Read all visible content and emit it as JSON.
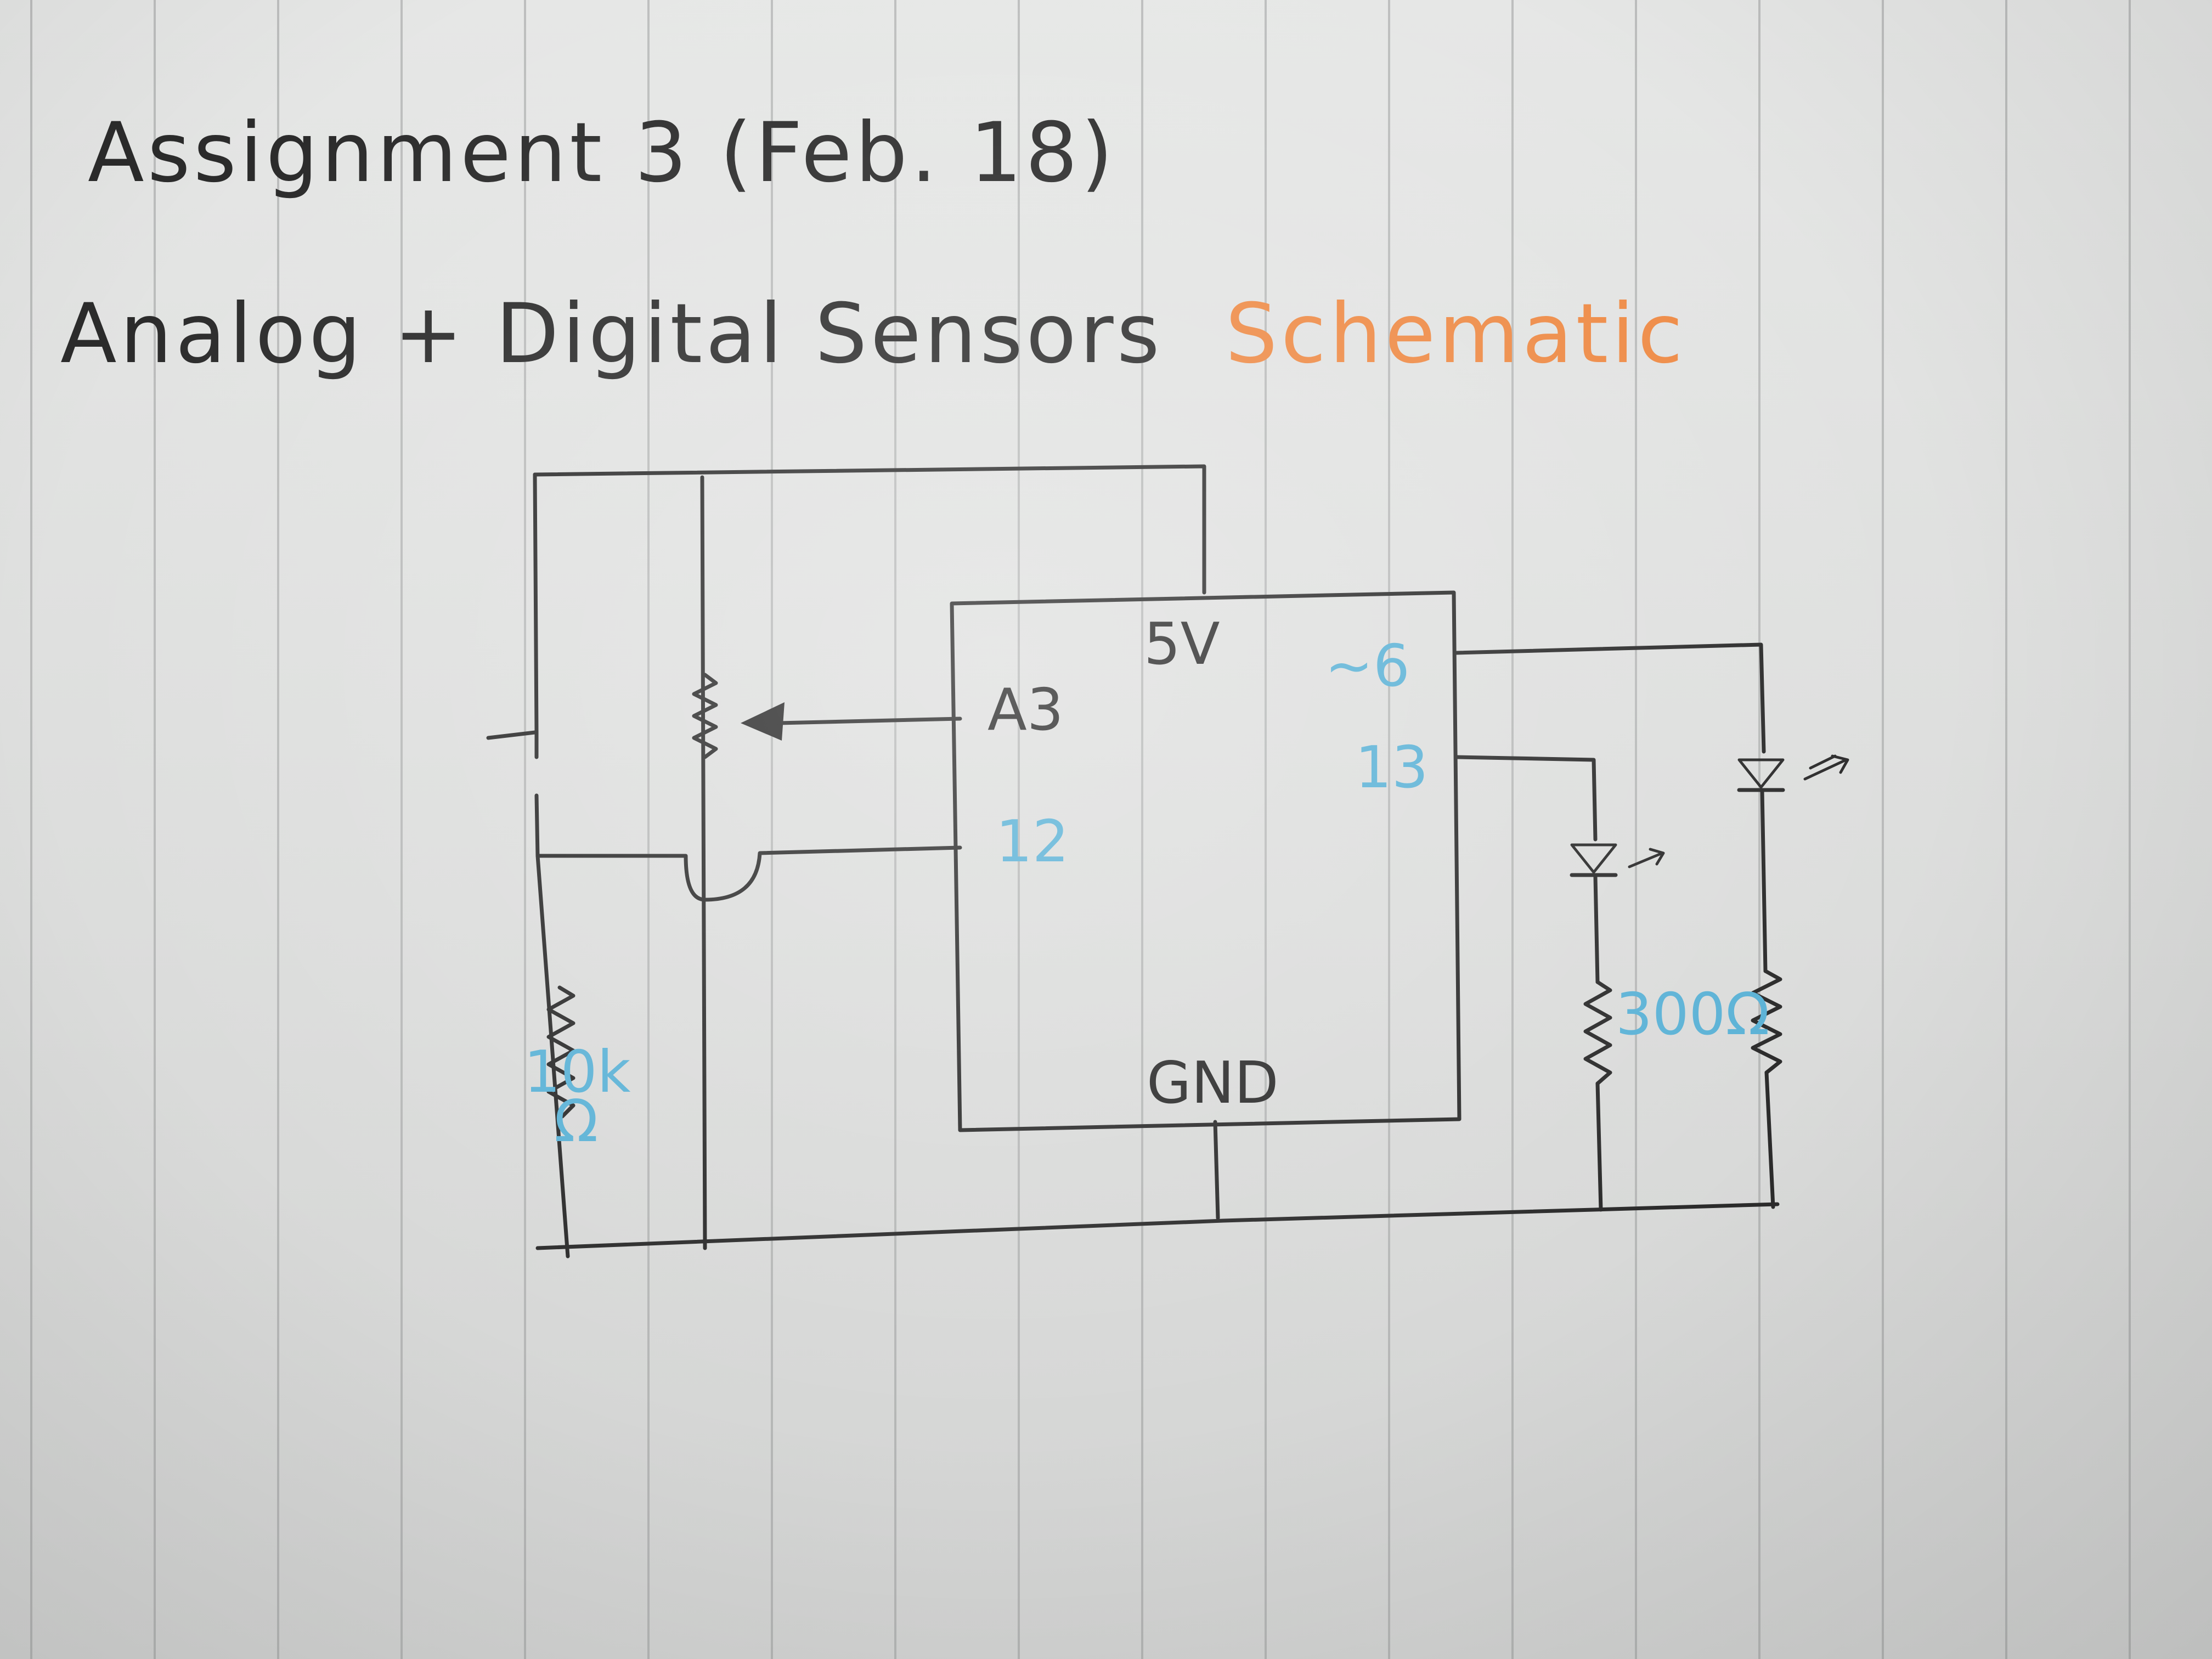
{
  "notebook": {
    "title_line1": "Assignment 3 (Feb. 18)",
    "title_line2_prefix": "Analog + Digital Sensors",
    "title_line2_highlight": "Schematic",
    "colors": {
      "ink": "#2b2b2b",
      "highlight": "#ee8a45",
      "annotation": "#5bb2d6",
      "paper": "#e1e2e1",
      "rule": "#9a9c9c"
    }
  },
  "schematic": {
    "power_label": "5V",
    "ground_label": "GND",
    "pin_analog_in": "A3",
    "pin_digital_in": "12",
    "pin_pwm_out": "~6",
    "pin_digital_out": "13",
    "pulldown_value_line1": "10k",
    "pulldown_value_line2": "Ω",
    "led_resistor_value": "300Ω",
    "components": [
      "switch",
      "potentiometer",
      "pulldown-resistor",
      "led",
      "led",
      "resistor",
      "resistor"
    ]
  }
}
